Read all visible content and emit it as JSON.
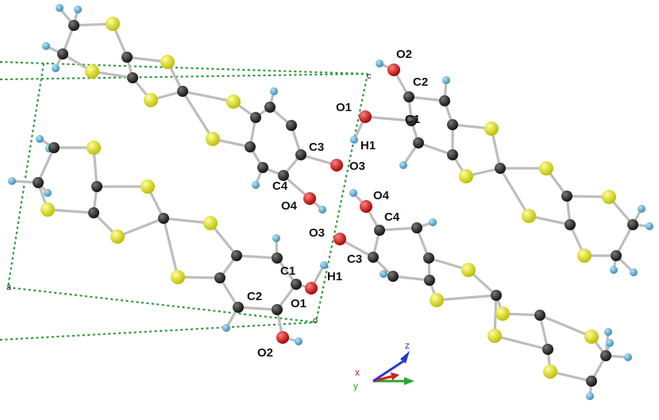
{
  "colors": {
    "carbon": "#1c1c1c",
    "sulfur": "#e2e21a",
    "oxygen": "#d01818",
    "hydrogen": "#5aaed2",
    "bond": "#bdbdbd",
    "cell": "#2e9a3c",
    "axis_x": "#d42020",
    "axis_y": "#28a828",
    "axis_z": "#2a38c8"
  },
  "cell_labels": {
    "c": "c",
    "a": "a",
    "o": "o"
  },
  "atom_labels": {
    "top_O2": "O2",
    "top_C2": "C2",
    "top_O1": "O1",
    "top_C1": "C1",
    "top_H1": "H1",
    "mid_C3": "C3",
    "mid_O3": "O3",
    "mid_C4": "C4",
    "mid_O4": "O4",
    "r_O4": "O4",
    "r_C4": "C4",
    "r_O3": "O3",
    "r_C3": "C3",
    "b_C1": "C1",
    "b_H1": "H1",
    "b_C2": "C2",
    "b_O1": "O1",
    "b_O2": "O2"
  },
  "axes": {
    "x": "x",
    "y": "y",
    "z": "z"
  }
}
